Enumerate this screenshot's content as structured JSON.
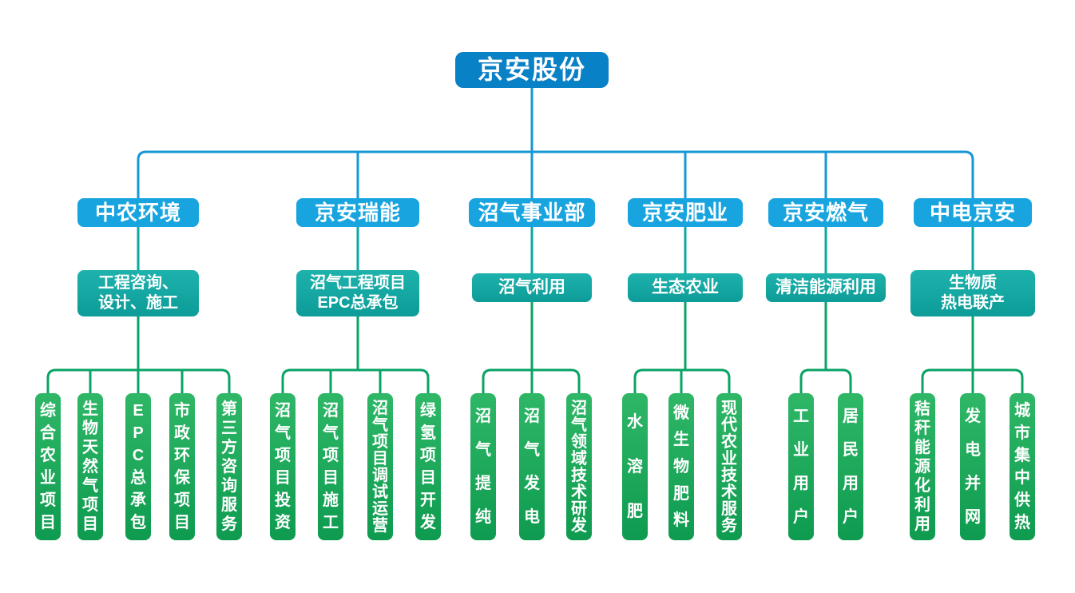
{
  "root": {
    "label": "京安股份"
  },
  "divisions": [
    {
      "name": "中农环境",
      "function_lines": [
        "工程咨询、",
        "设计、施工"
      ],
      "items": [
        "综合农业项目",
        "生物天然气项目",
        "EPC总承包",
        "市政环保项目",
        "第三方咨询服务"
      ]
    },
    {
      "name": "京安瑞能",
      "function_lines": [
        "沼气工程项目",
        "EPC总承包"
      ],
      "items": [
        "沼气项目投资",
        "沼气项目施工",
        "沼气项目调试运营",
        "绿氢项目开发"
      ]
    },
    {
      "name": "沼气事业部",
      "function_lines": [
        "沼气利用"
      ],
      "items": [
        "沼气提纯",
        "沼气发电",
        "沼气领域技术研发"
      ]
    },
    {
      "name": "京安肥业",
      "function_lines": [
        "生态农业"
      ],
      "items": [
        "水溶肥",
        "微生物肥料",
        "现代农业技术服务"
      ]
    },
    {
      "name": "京安燃气",
      "function_lines": [
        "清洁能源利用"
      ],
      "items": [
        "工业用户",
        "居民用户"
      ]
    },
    {
      "name": "中电京安",
      "function_lines": [
        "生物质",
        "热电联产"
      ],
      "items": [
        "秸秆能源化利用",
        "发电并网",
        "城市集中供热"
      ]
    }
  ],
  "colors": {
    "root_blue": "#0981c6",
    "division_blue": "#17a4df",
    "teal_light": "#1eb2ad",
    "teal_dark": "#0d9c98",
    "green_light": "#2fb767",
    "green_dark": "#0e9b50",
    "line_blue": "#1697d6",
    "line_teal": "#0ba7a1",
    "line_green": "#09a365"
  }
}
